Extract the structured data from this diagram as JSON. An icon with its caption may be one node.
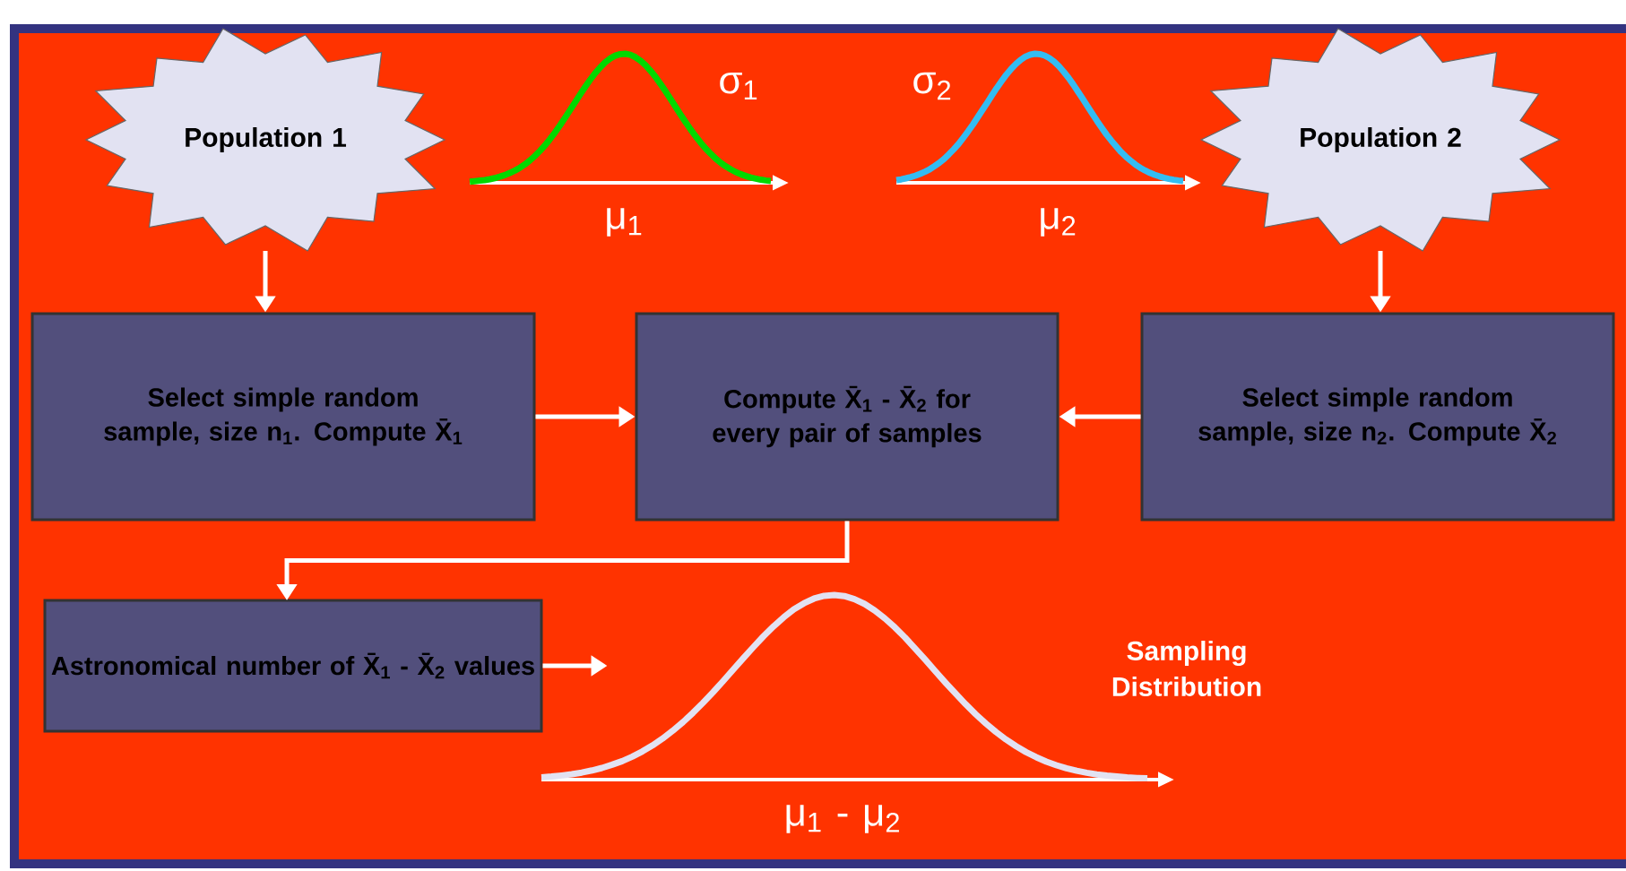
{
  "diagram": {
    "nodes": [
      {
        "text": [
          "Population 1"
        ]
      },
      {
        "text": [
          "Population 2"
        ]
      },
      {
        "text": [
          "Select simple random sample, size n$_{1}$. Compute X̄$_{1}$"
        ]
      },
      {
        "text": [
          "Compute X̄$_{1}$ - X̄$_{2}$ for every pair of samples"
        ]
      },
      {
        "text": [
          "Select simple random sample, size n$_{2}$. Compute X̄$_{2}$"
        ]
      },
      {
        "text": [
          "Astronomical number of X̄$_{1}$ - X̄$_{2}$ values"
        ]
      }
    ],
    "edges": [
      {
        "from": 0,
        "to": 2,
        "arrow": "to"
      },
      {
        "from": 1,
        "to": 4,
        "arrow": "to"
      },
      {
        "from": 2,
        "to": 3,
        "arrow": "to"
      },
      {
        "from": 4,
        "to": 3,
        "arrow": "to"
      },
      {
        "from": 3,
        "to": 5,
        "arrow": "to"
      },
      {
        "from": 5,
        "to": null,
        "arrow": "to"
      }
    ],
    "labels": [
      "σ$_{1}$",
      "μ$_{1}$",
      "σ$_{2}$",
      "μ$_{2}$",
      "Sampling Distribution",
      "μ$_{1}$ - μ$_{2}$"
    ]
  }
}
